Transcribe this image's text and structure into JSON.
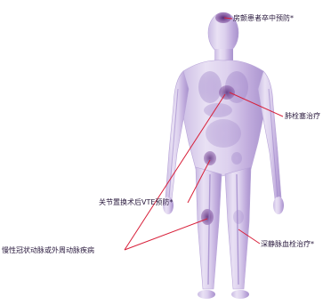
{
  "labels": {
    "af_stroke": "房颤患者卒中预防*",
    "pe_treatment": "肺栓塞治疗",
    "vte_prevention": "关节置换术后VTE预防*",
    "cad_pad": "慢性冠状动脉或外周动脉疾病",
    "dvt_treatment": "深静脉血栓治疗*"
  },
  "colors": {
    "pointer_line": "#d8203a",
    "body_light": "#e6dcf2",
    "body_mid": "#c4b2e0",
    "body_dark": "#9c86c6",
    "highlight": "#6f3d8e",
    "text": "#2a1a3e"
  }
}
